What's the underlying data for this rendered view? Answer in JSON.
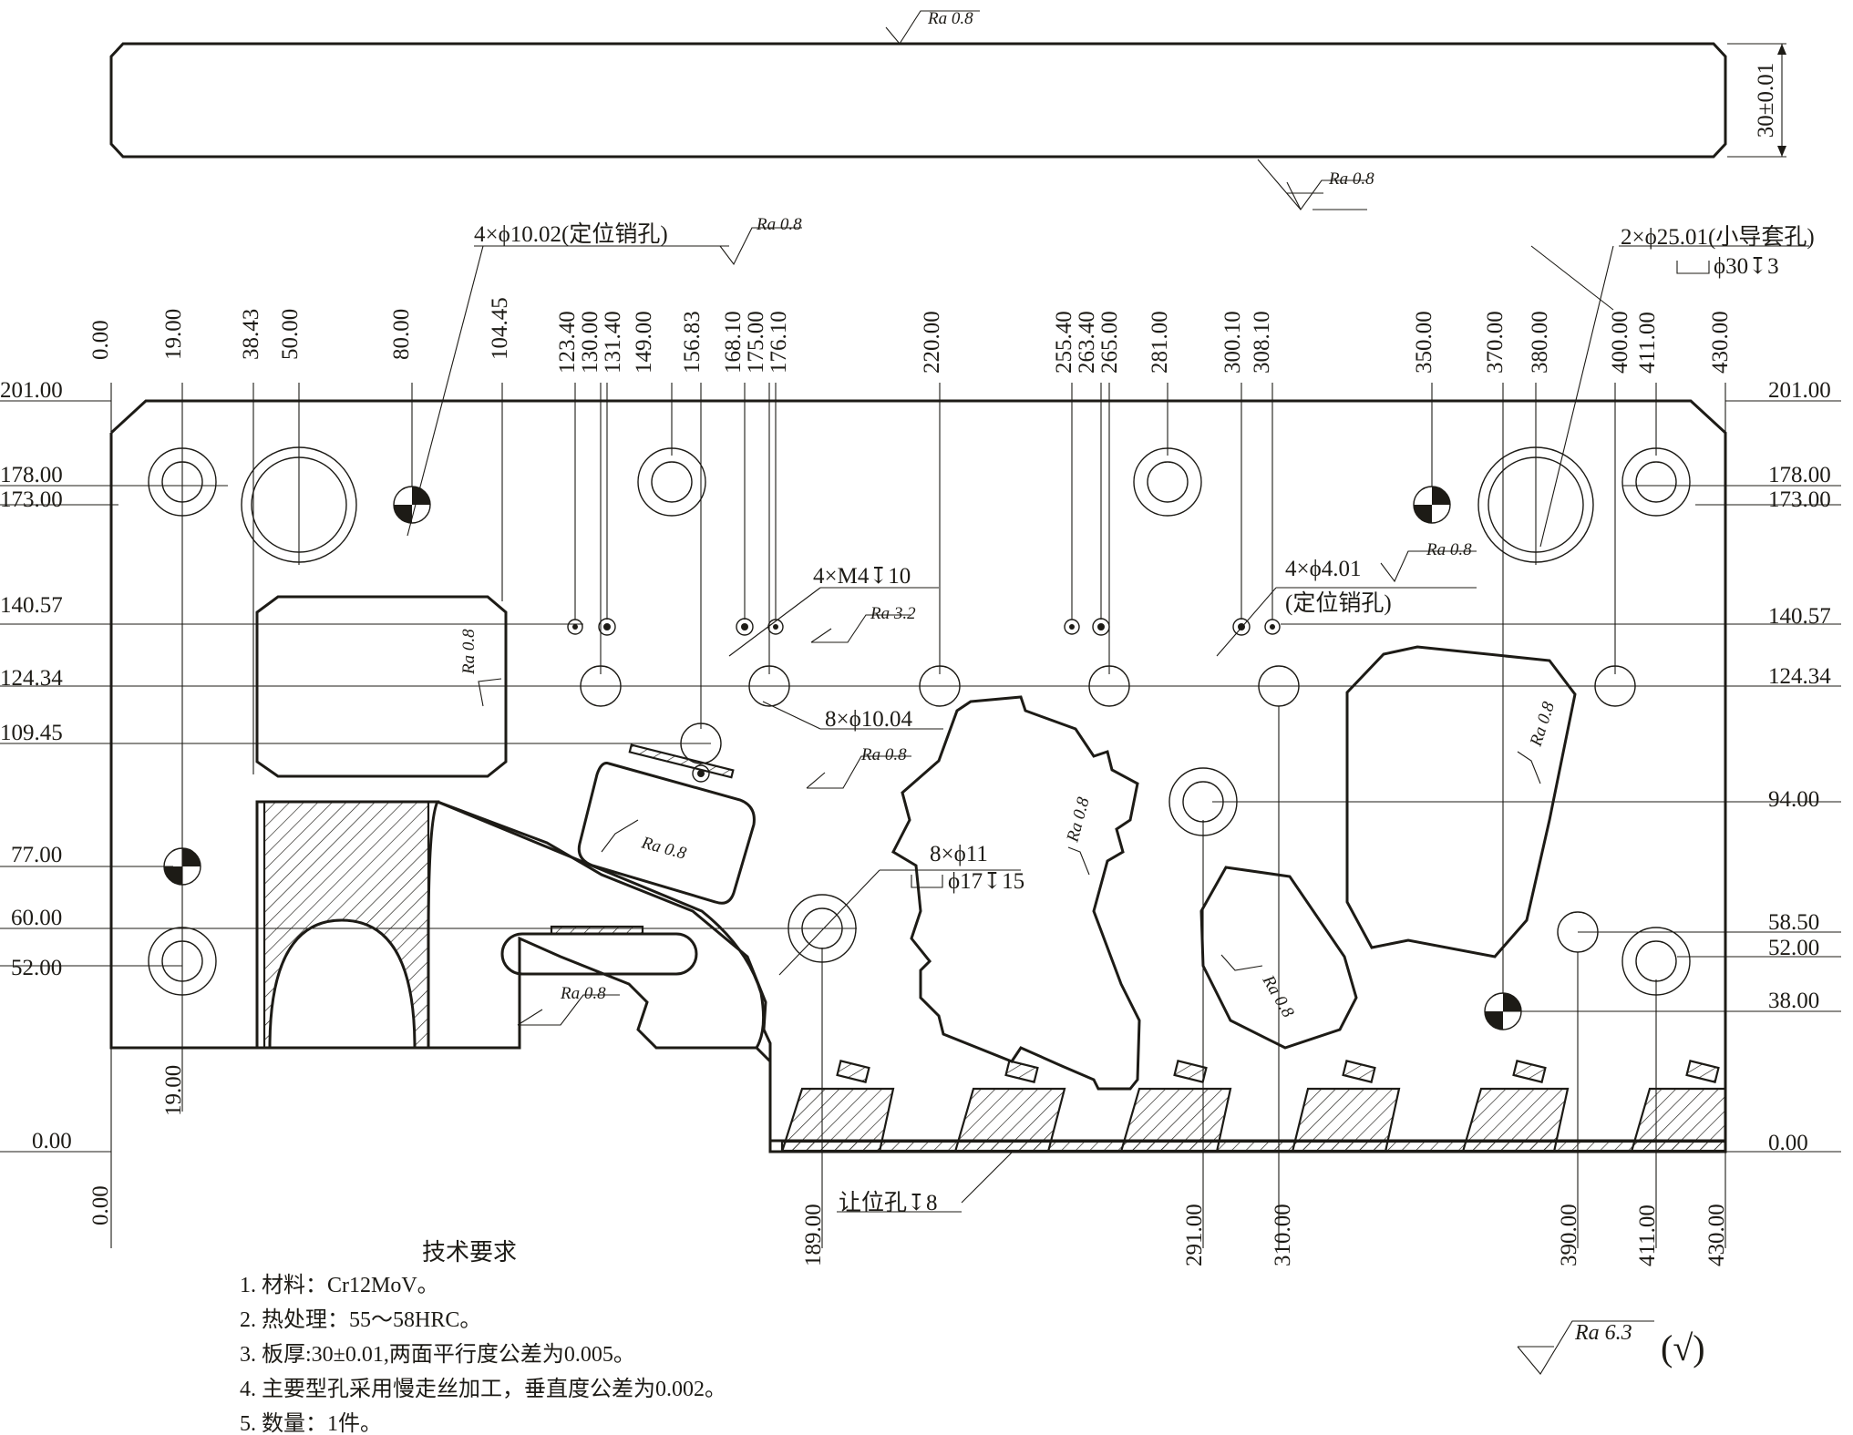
{
  "thickness_label": "30±0.01",
  "roughness": {
    "ra08": "Ra 0.8",
    "ra32": "Ra 3.2",
    "ra63": "Ra 6.3",
    "default_mark": "(√)"
  },
  "x_dims": [
    "0.00",
    "19.00",
    "38.43",
    "50.00",
    "80.00",
    "104.45",
    "123.40",
    "130.00",
    "131.40",
    "149.00",
    "156.83",
    "168.10",
    "175.00",
    "176.10",
    "220.00",
    "255.40",
    "263.40",
    "265.00",
    "281.00",
    "300.10",
    "308.10",
    "350.00",
    "370.00",
    "380.00",
    "400.00",
    "411.00",
    "430.00"
  ],
  "x_dims_bottom": [
    "19.00",
    "0.00",
    "189.00",
    "291.00",
    "310.00",
    "390.00",
    "411.00",
    "430.00"
  ],
  "y_dims_left": [
    "201.00",
    "178.00",
    "173.00",
    "140.57",
    "124.34",
    "109.45",
    "77.00",
    "60.00",
    "52.00",
    "0.00"
  ],
  "y_dims_right": [
    "201.00",
    "178.00",
    "173.00",
    "140.57",
    "124.34",
    "94.00",
    "58.50",
    "52.00",
    "38.00",
    "0.00"
  ],
  "callouts": {
    "pin_holes": "4×ϕ10.02(定位销孔)",
    "guide_holes": "2×ϕ25.01(小导套孔)",
    "guide_cbore": "ϕ30↧3",
    "threads": "4×M4↧10",
    "small_pins_1": "4×ϕ4.01",
    "small_pins_2": "(定位销孔)",
    "holes_1004": "8×ϕ10.04",
    "holes_11": "8×ϕ11",
    "holes_11_cbore": "ϕ17↧15",
    "relief": "让位孔↧8"
  },
  "notes": {
    "title": "技术要求",
    "items": [
      "1. 材料：Cr12MoV。",
      "2. 热处理：55～58HRC。",
      "3. 板厚:30±0.01,两面平行度公差为0.005。",
      "4. 主要型孔采用慢走丝加工，垂直度公差为0.002。",
      "5. 数量：1件。"
    ]
  }
}
